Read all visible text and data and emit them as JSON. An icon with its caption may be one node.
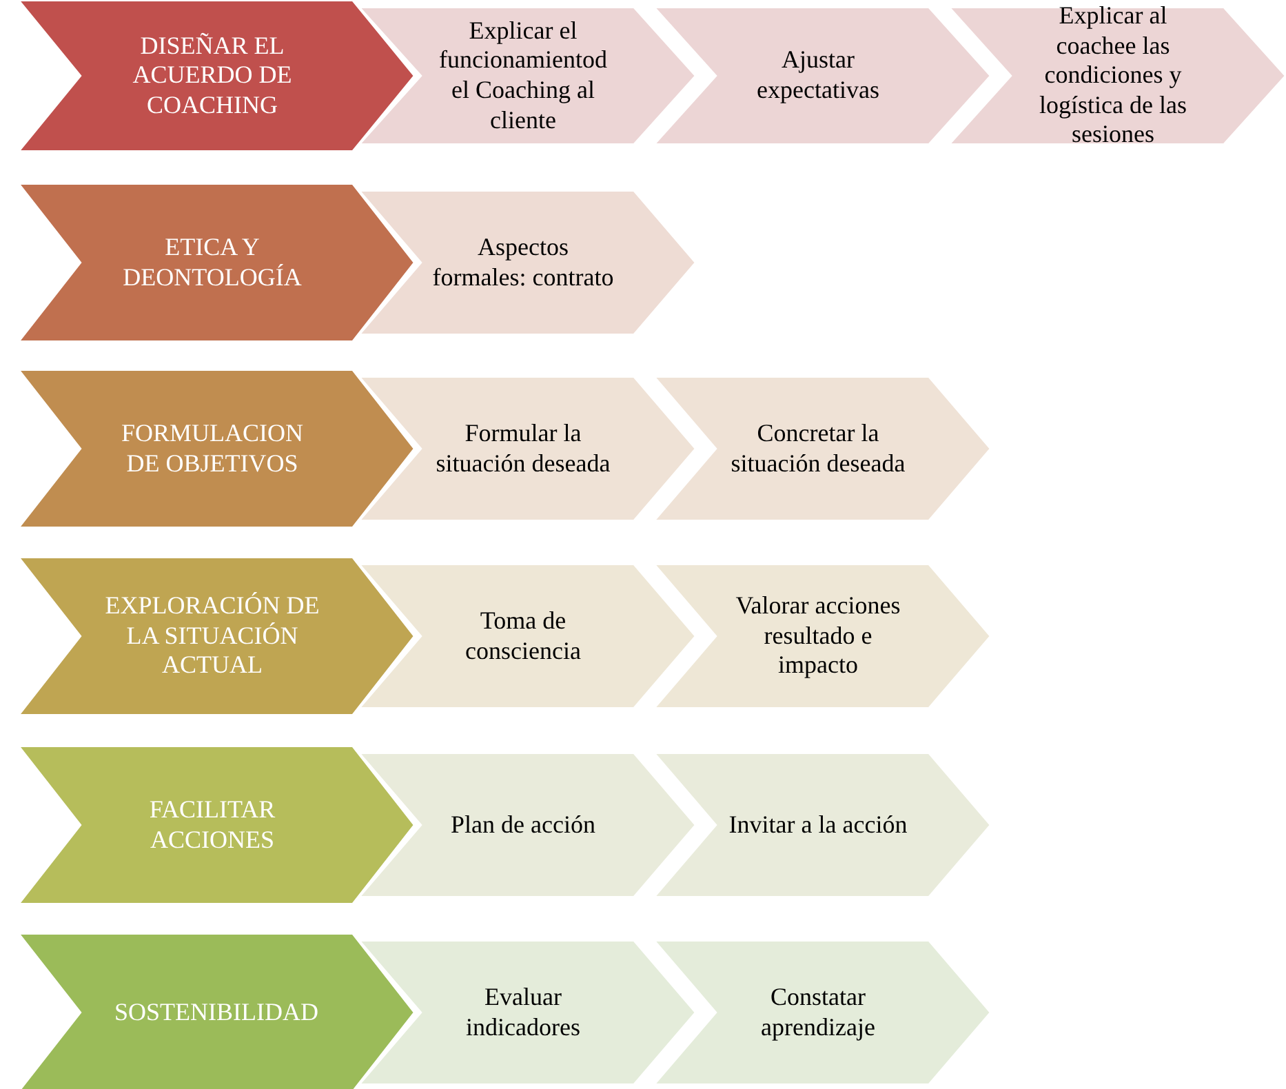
{
  "diagram": {
    "nodes": [
      {
        "text": [
          "DISEÑAR EL ACUERDO DE COACHING"
        ]
      },
      {
        "text": [
          "Explicar el funcionamientod el Coaching al cliente"
        ]
      },
      {
        "text": [
          "Ajustar expectativas"
        ]
      },
      {
        "text": [
          "Explicar al coachee las condiciones y logística de las sesiones"
        ]
      },
      {
        "text": [
          "ETICA Y DEONTOLOGÍA"
        ]
      },
      {
        "text": [
          "Aspectos formales: contrato"
        ]
      },
      {
        "text": [
          "FORMULACION DE OBJETIVOS"
        ]
      },
      {
        "text": [
          "Formular la situación deseada"
        ]
      },
      {
        "text": [
          "Concretar la situación deseada"
        ]
      },
      {
        "text": [
          "EXPLORACIÓN DE LA SITUACIÓN ACTUAL"
        ]
      },
      {
        "text": [
          "Toma de consciencia"
        ]
      },
      {
        "text": [
          "Valorar acciones resultado e impacto"
        ]
      },
      {
        "text": [
          "FACILITAR ACCIONES"
        ]
      },
      {
        "text": [
          "Plan de acción"
        ]
      },
      {
        "text": [
          "Invitar a la acción"
        ]
      },
      {
        "text": [
          "SOSTENIBILIDAD"
        ]
      },
      {
        "text": [
          "Evaluar indicadores"
        ]
      },
      {
        "text": [
          "Constatar aprendizaje"
        ]
      }
    ]
  }
}
